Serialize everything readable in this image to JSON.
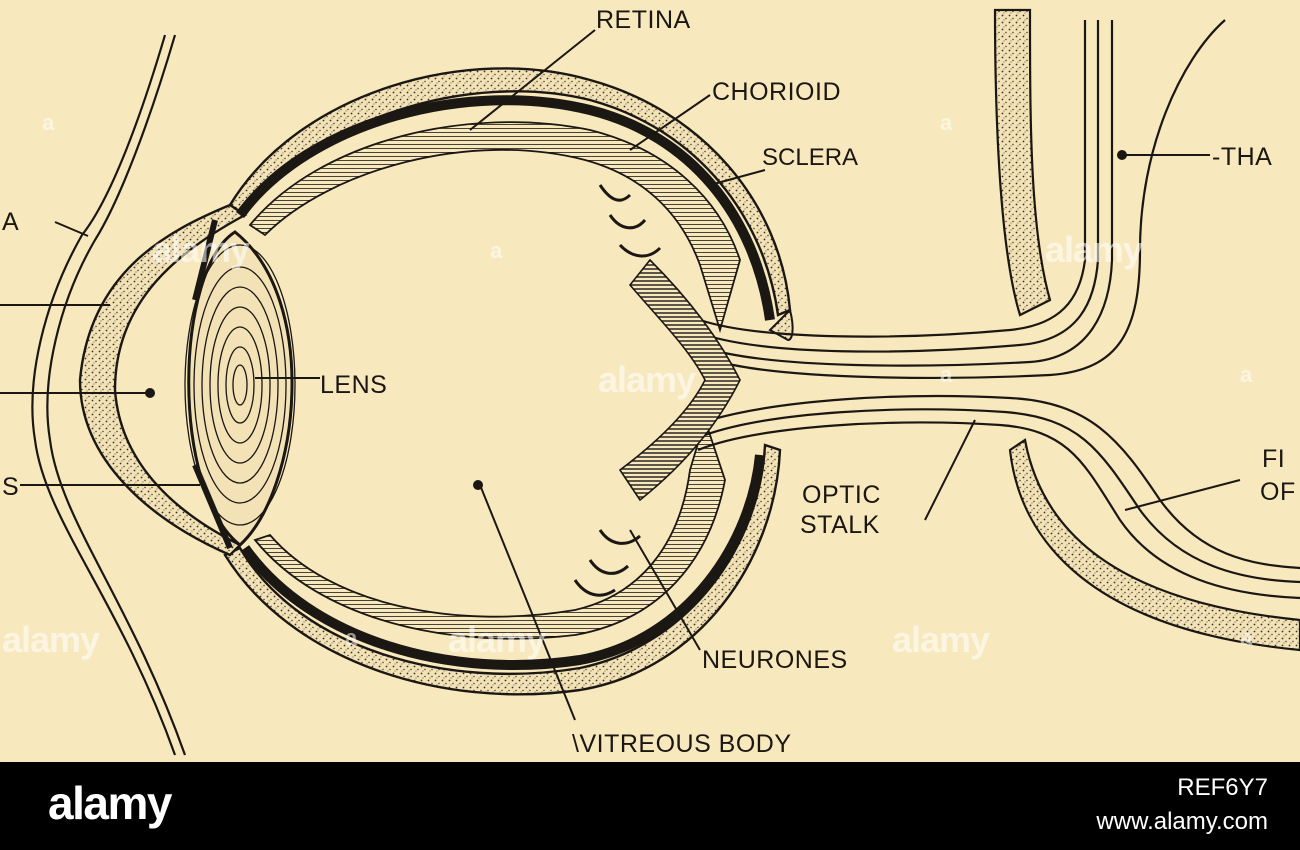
{
  "diagram": {
    "labels": {
      "retina": "RETINA",
      "chorioid": "CHORIOID",
      "sclera": "SCLERA",
      "thalamus_partial": "-THA",
      "lens": "LENS",
      "optic": "OPTIC",
      "stalk": "STALK",
      "fibers_partial_1": "FI",
      "fibers_partial_2": "OF",
      "neurones": "NEURONES",
      "vitreous_body": "\\VITREOUS BODY",
      "left_partial_a": "A",
      "left_partial_s": "S"
    },
    "watermarks": [
      "alamy",
      "alamy",
      "alamy",
      "alamy",
      "alamy",
      "alamy"
    ],
    "watermark_letter": "a"
  },
  "footer": {
    "logo": "alamy",
    "image_code": "REF6Y7",
    "url": "www.alamy.com"
  },
  "colors": {
    "paper": "#f7e8be",
    "ink": "#1b1712",
    "footer_bg": "#000000"
  }
}
